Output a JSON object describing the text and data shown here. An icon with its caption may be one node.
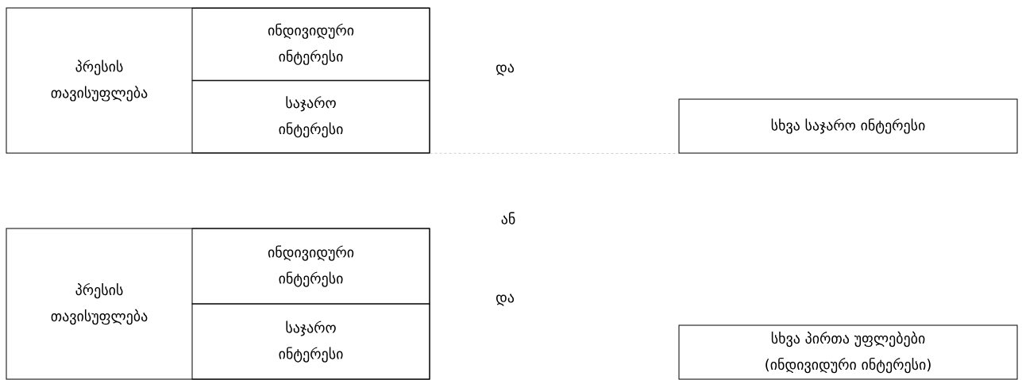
{
  "diagram": {
    "nodes": [
      {
        "text": [
          "პრესის თავისუფლება"
        ]
      },
      {
        "text": [
          "ინდივიდური ინტერესი"
        ],
        "in": 0
      },
      {
        "text": [
          "საჯარო ინტერესი"
        ],
        "in": 0
      },
      {
        "text": [
          "სხვა საჯარო ინტერესი"
        ]
      },
      {
        "text": [
          "პრესის თავისუფლება"
        ]
      },
      {
        "text": [
          "ინდივიდური ინტერესი"
        ],
        "in": 4
      },
      {
        "text": [
          "საჯარო ინტერესი"
        ],
        "in": 4
      },
      {
        "text": [
          "სხვა პირთა უფლებები (ინდივიდური ინტერესი)"
        ]
      }
    ],
    "edges": [
      {
        "from": 2,
        "to": 3,
        "arrow": "none",
        "style": "dashed",
        "color": "#808080"
      }
    ],
    "labels": [
      "და",
      "ან",
      "და"
    ]
  }
}
